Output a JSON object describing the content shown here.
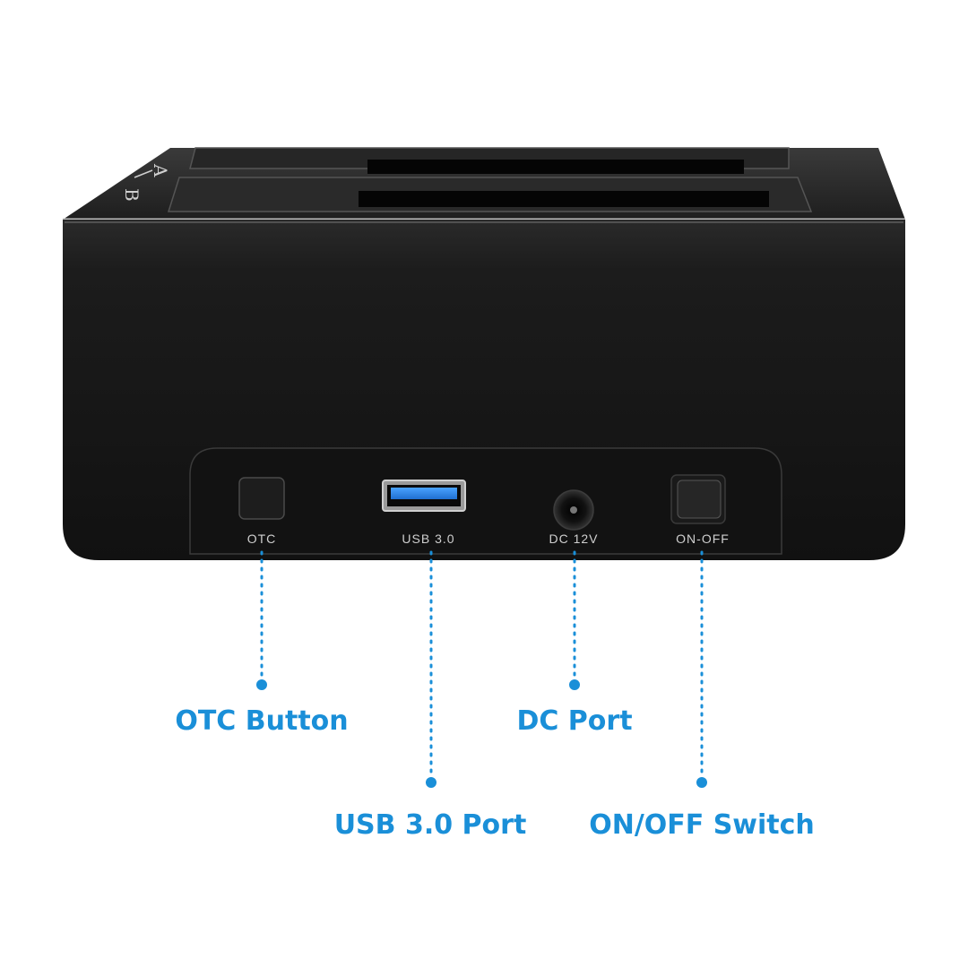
{
  "colors": {
    "accent": "#1a8fd8",
    "body": "#161616",
    "panel": "#111111",
    "label": "#cfcfcf"
  },
  "dock": {
    "slot_marks": {
      "a": "A",
      "b": "B"
    },
    "rear_panel": {
      "otc_button": {
        "label": "OTC",
        "icon": "otc-button-icon"
      },
      "usb_port": {
        "label": "USB 3.0",
        "icon": "usb-port-icon"
      },
      "dc_jack": {
        "label": "DC 12V",
        "icon": "dc-jack-icon"
      },
      "power_switch": {
        "label": "ON-OFF",
        "icon": "power-switch-icon"
      }
    }
  },
  "callouts": {
    "otc": "OTC Button",
    "usb": "USB 3.0 Port",
    "dc": "DC Port",
    "power": "ON/OFF Switch"
  }
}
